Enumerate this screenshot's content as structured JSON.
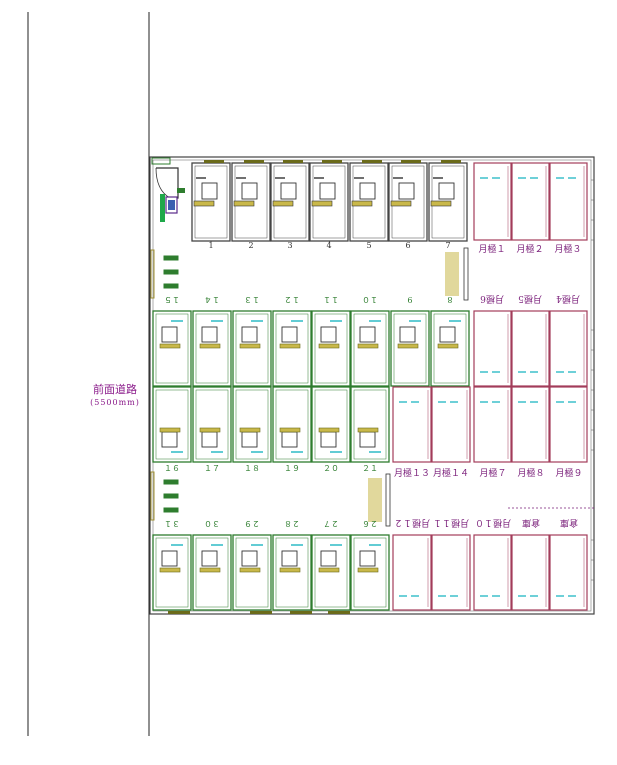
{
  "road": {
    "title": "前面道路",
    "width": "(5500mm)"
  },
  "colors": {
    "building_outline": "#444444",
    "green_unit": "#2e7d2e",
    "monthly_unit": "#a33c5a",
    "teal_line": "#1fb6c2",
    "label_gray": "#333333",
    "label_green": "#2e7d2e",
    "label_purple": "#7a1f7a",
    "sign_gold": "#8c7a10",
    "door_olive": "#6b6b1a"
  },
  "row_top": {
    "gray_units": [
      "1",
      "2",
      "3",
      "4",
      "5",
      "6",
      "7"
    ],
    "monthly": [
      "月極１",
      "月極２",
      "月極３"
    ]
  },
  "row_upper_mid": {
    "green_units": [
      "１５",
      "１４",
      "１３",
      "１２",
      "１１",
      "１０",
      "9",
      "8"
    ],
    "monthly": [
      "月極6",
      "月極5",
      "月極4"
    ]
  },
  "row_lower_mid": {
    "green_units": [
      "１６",
      "１７",
      "１８",
      "１９",
      "２０",
      "２１"
    ],
    "monthly": [
      "月極１３",
      "月極１４",
      "月極７",
      "月極８",
      "月極９"
    ]
  },
  "row_bottom": {
    "green_units": [
      "３１",
      "３０",
      "２９",
      "２８",
      "２７",
      "２６"
    ],
    "monthly": [
      "月極１２",
      "月極１１",
      "月極１０",
      "倉庫",
      "倉庫"
    ]
  }
}
